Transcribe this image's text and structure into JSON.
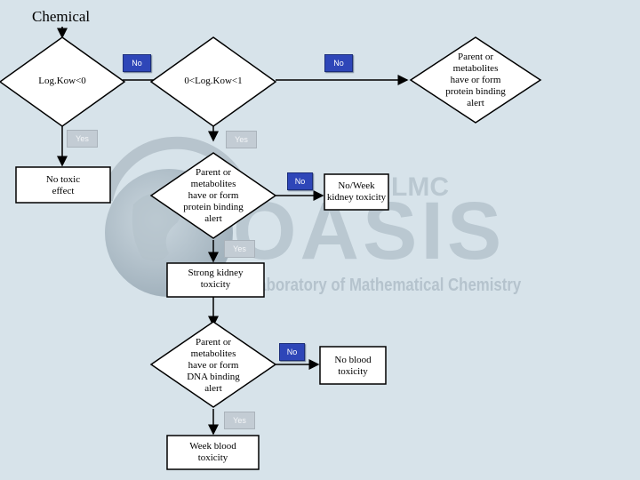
{
  "title": "Chemical",
  "nodes": {
    "logkow_lt0": "Log.Kow<0",
    "logkow_0_1": "0<Log.Kow<1",
    "protein_alert_top": "Parent or\nmetabolites\nhave or form\nprotein binding\nalert",
    "no_toxic": "No toxic\neffect",
    "protein_alert_mid": "Parent or\nmetabolites\nhave or form\nprotein binding\nalert",
    "no_weak_kidney": "No/Week\nkidney toxicity",
    "strong_kidney": "Strong kidney\ntoxicity",
    "dna_alert": "Parent or\nmetabolites\nhave or form\nDNA binding\nalert",
    "no_blood": "No blood\ntoxicity",
    "weak_blood": "Week blood\ntoxicity"
  },
  "badges": {
    "no_1": "No",
    "no_2": "No",
    "yes_1": "Yes",
    "yes_2": "Yes",
    "no_3": "No",
    "yes_3": "Yes",
    "no_4": "No",
    "yes_4": "Yes"
  },
  "watermark": {
    "brand": "OASIS",
    "lmc": "LMC",
    "subtitle": "Laboratory of Mathematical Chemistry"
  },
  "colors": {
    "background": "#d7e3ea",
    "no_badge": "#2e46b8",
    "yes_badge": "#c3ccd4"
  }
}
